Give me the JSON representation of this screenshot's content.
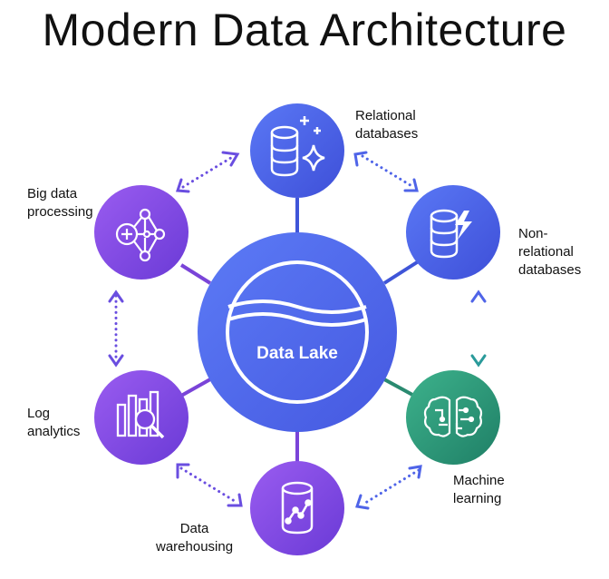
{
  "title": "Modern Data Architecture",
  "center": {
    "label": "Data Lake"
  },
  "nodes": [
    {
      "id": "relational",
      "lines": [
        "Relational",
        "databases"
      ],
      "icon": "database-sparkle-icon"
    },
    {
      "id": "nonrelational",
      "lines": [
        "Non-",
        "relational",
        "databases"
      ],
      "icon": "database-lightning-icon"
    },
    {
      "id": "ml",
      "lines": [
        "Machine",
        "learning"
      ],
      "icon": "brain-circuit-icon"
    },
    {
      "id": "warehousing",
      "lines": [
        "Data",
        "warehousing"
      ],
      "icon": "cylinder-chart-icon"
    },
    {
      "id": "log",
      "lines": [
        "Log",
        "analytics"
      ],
      "icon": "bar-chart-magnifier-icon"
    },
    {
      "id": "bigdata",
      "lines": [
        "Big data",
        "processing"
      ],
      "icon": "network-plus-icon"
    }
  ],
  "colors": {
    "center": "#4f6cf0",
    "blue_node": "#4f64e8",
    "purple_node": "#8747e6",
    "green_node": "#2a9a7a"
  }
}
